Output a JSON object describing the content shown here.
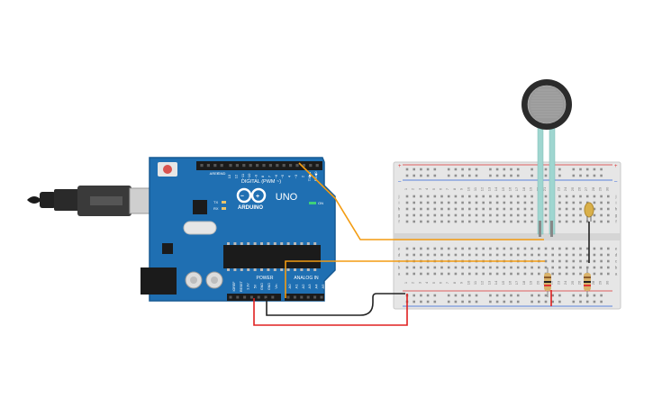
{
  "arduino": {
    "digital_header": "DIGITAL (PWM ~)",
    "analog_header": "ANALOG IN",
    "power_header": "POWER",
    "brand": "ARDUINO",
    "model": "UNO",
    "tx": "TX",
    "rx": "RX",
    "on": "ON",
    "aref": "AREF",
    "gnd": "GND",
    "digital_pins": [
      "13",
      "12",
      "~11",
      "~10",
      "~9",
      "8",
      "7",
      "~6",
      "~5",
      "4",
      "~3",
      "2",
      "TX▶1",
      "RX◀0"
    ],
    "power_pins": [
      "IOREF",
      "RESET",
      "3.3V",
      "5V",
      "GND",
      "GND",
      "Vin"
    ],
    "analog_pins": [
      "A0",
      "A1",
      "A2",
      "A3",
      "A4",
      "A5"
    ]
  },
  "breadboard": {
    "columns": [
      "1",
      "2",
      "3",
      "4",
      "5",
      "6",
      "7",
      "8",
      "9",
      "10",
      "11",
      "12",
      "13",
      "14",
      "15",
      "16",
      "17",
      "18",
      "19",
      "20",
      "21",
      "22",
      "23",
      "24",
      "25",
      "26",
      "27",
      "28",
      "29",
      "30"
    ],
    "top_rows": [
      "j",
      "i",
      "h",
      "g",
      "f"
    ],
    "bottom_rows": [
      "e",
      "d",
      "c",
      "b",
      "a"
    ]
  },
  "colors": {
    "board": "#1f6fb2",
    "board_dark": "#175a93",
    "breadboard": "#e6e6e6",
    "wire_orange": "#f39c12",
    "wire_red": "#e02020",
    "wire_black": "#222222",
    "fsr_trace": "#9fd6d0",
    "led": "#d9b04a"
  },
  "icons": {
    "usb": "usb-connector-icon",
    "reset": "reset-button-icon",
    "power_jack": "dc-jack-icon",
    "fsr": "force-sensor-icon",
    "led": "led-icon",
    "resistor": "resistor-icon"
  }
}
